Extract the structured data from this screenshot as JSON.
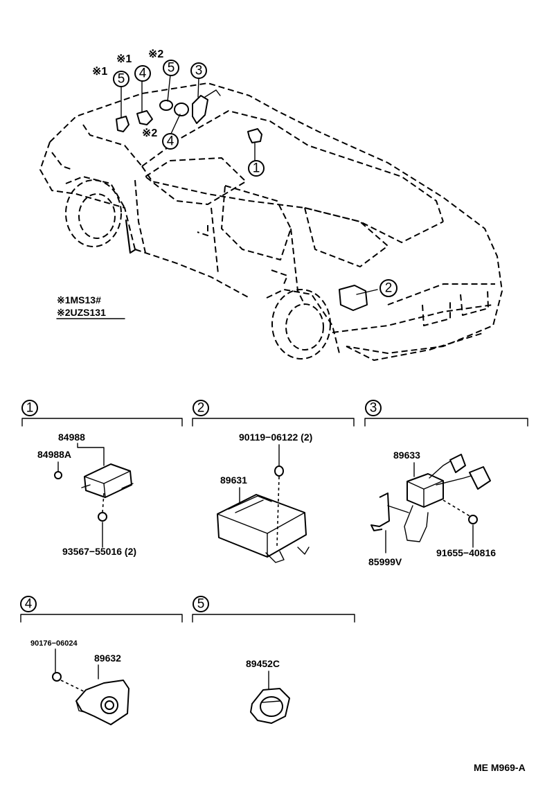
{
  "markers": {
    "ast1": "※1",
    "ast2": "※2"
  },
  "callouts": {
    "c1": "1",
    "c2": "2",
    "c3": "3",
    "c4": "4",
    "c5": "5"
  },
  "legend": {
    "line1": "※1MS13#",
    "line2": "※2UZS131"
  },
  "sections": [
    {
      "number": "1",
      "parts": [
        "84988",
        "84988A",
        "93567−55016 (2)"
      ]
    },
    {
      "number": "2",
      "parts": [
        "90119−06122 (2)",
        "89631"
      ]
    },
    {
      "number": "3",
      "parts": [
        "89633",
        "85999V",
        "91655−40816"
      ]
    },
    {
      "number": "4",
      "parts": [
        "90176−06024",
        "89632"
      ]
    },
    {
      "number": "5",
      "parts": [
        "89452C"
      ]
    }
  ],
  "footer": {
    "code": "ME  M969-A"
  }
}
